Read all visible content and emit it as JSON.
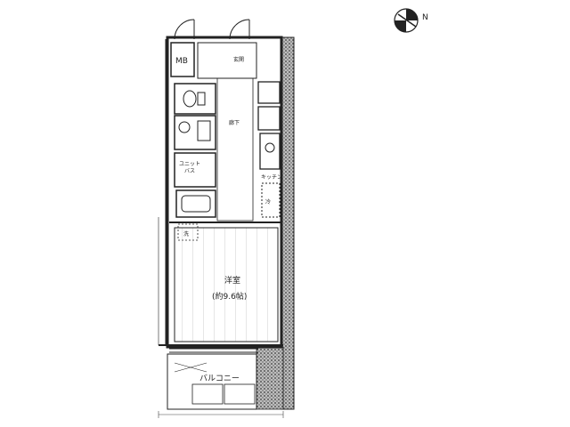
{
  "compass": {
    "north_label": "N"
  },
  "rooms": {
    "mb": "MB",
    "entrance": "玄関",
    "hallway": "廊下",
    "unit_bath_line1": "ユニット",
    "unit_bath_line2": "バス",
    "kitchen": "キッチン",
    "main_room_name": "洋室",
    "main_room_size": "(約9.6帖)",
    "balcony": "バルコニー"
  },
  "symbols": {
    "refrigerator": "冷",
    "washer": "洗"
  },
  "colors": {
    "line": "#222222",
    "wall_hatch": "#3a3a3a",
    "background": "#ffffff"
  }
}
